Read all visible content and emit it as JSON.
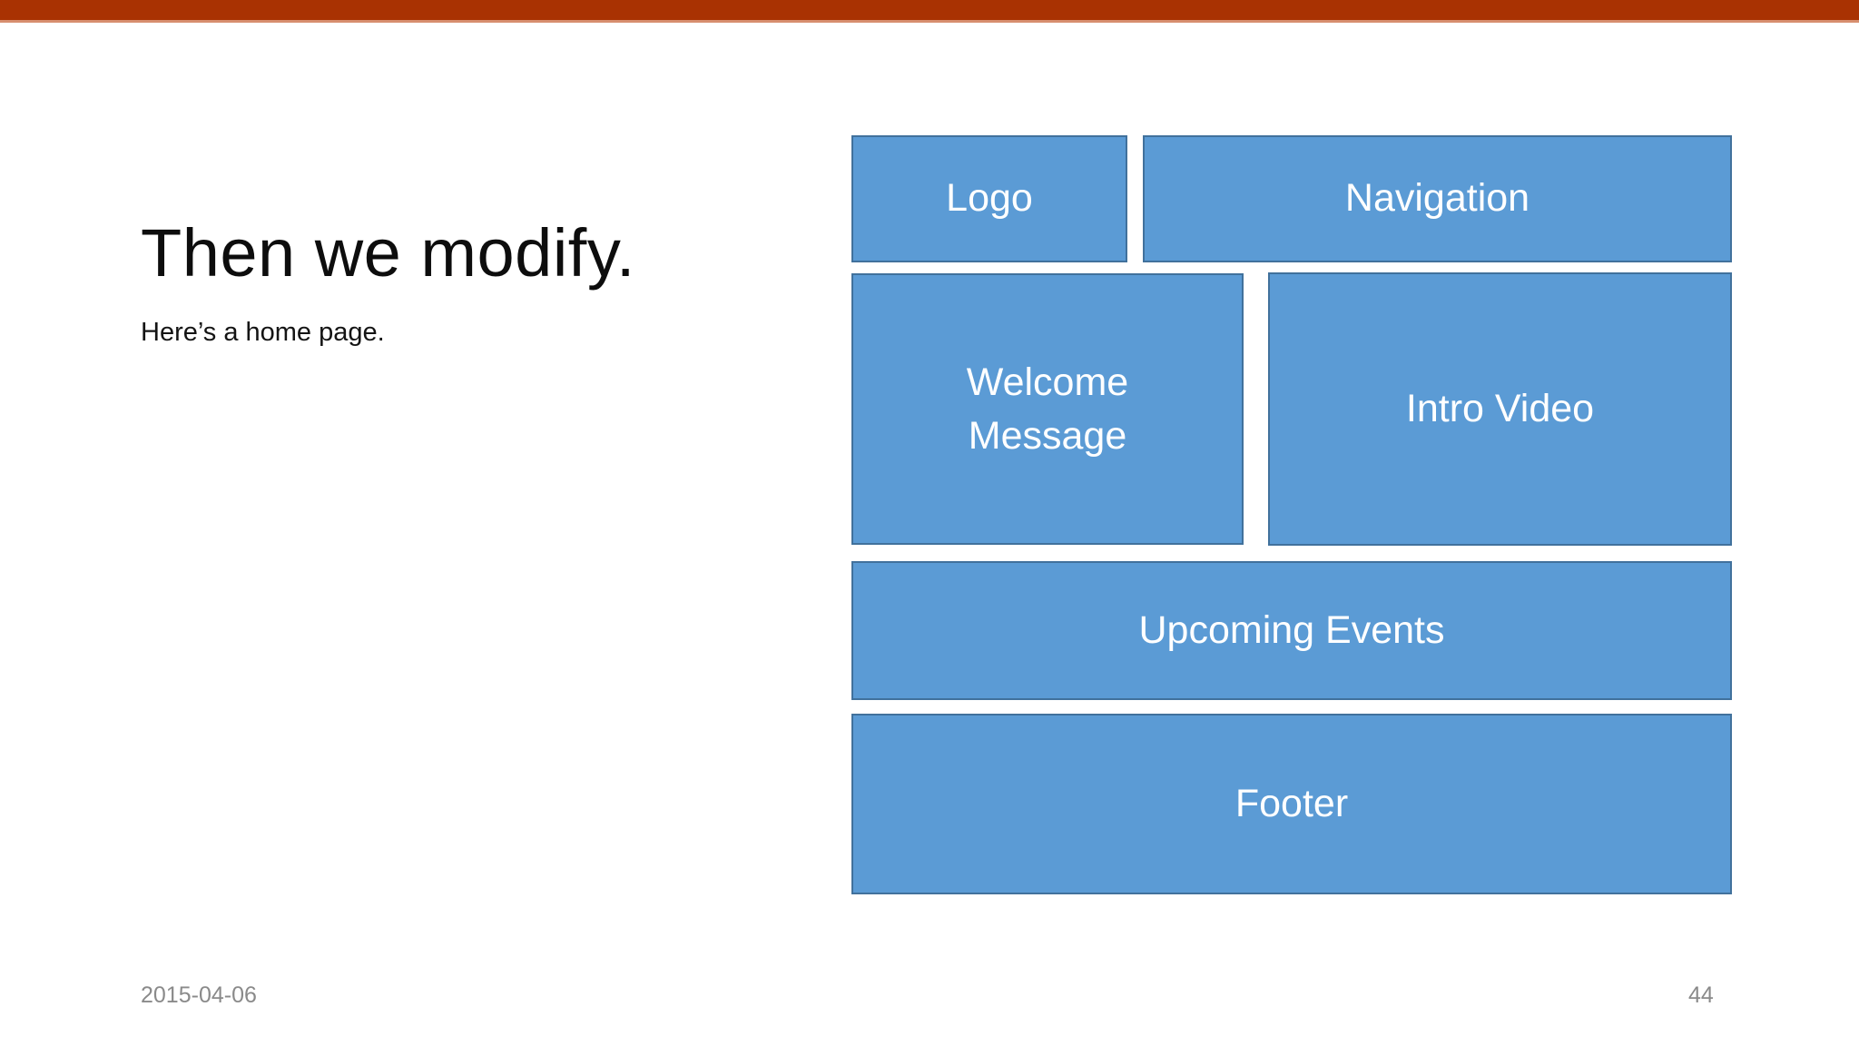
{
  "slide": {
    "title": "Then we modify.",
    "subtitle": "Here’s a home page.",
    "date": "2015-04-06",
    "number": "44"
  },
  "theme": {
    "accent_bar_color": "#A93202",
    "accent_bar_underline_color": "#C9693F",
    "block_fill_color": "#5B9BD5",
    "block_border_color": "#41719C",
    "block_text_color": "#FFFFFF",
    "title_text_color": "#0D0D0D",
    "footer_text_color": "#8A8A8A",
    "background_color": "#FFFFFF"
  },
  "diagram": {
    "name": "home-page-wireframe",
    "blocks": [
      {
        "id": "logo",
        "label": "Logo"
      },
      {
        "id": "navigation",
        "label": "Navigation"
      },
      {
        "id": "welcome",
        "label_line1": "Welcome",
        "label_line2": "Message"
      },
      {
        "id": "intro-video",
        "label": "Intro Video"
      },
      {
        "id": "upcoming",
        "label": "Upcoming Events"
      },
      {
        "id": "footer",
        "label": "Footer"
      }
    ]
  }
}
